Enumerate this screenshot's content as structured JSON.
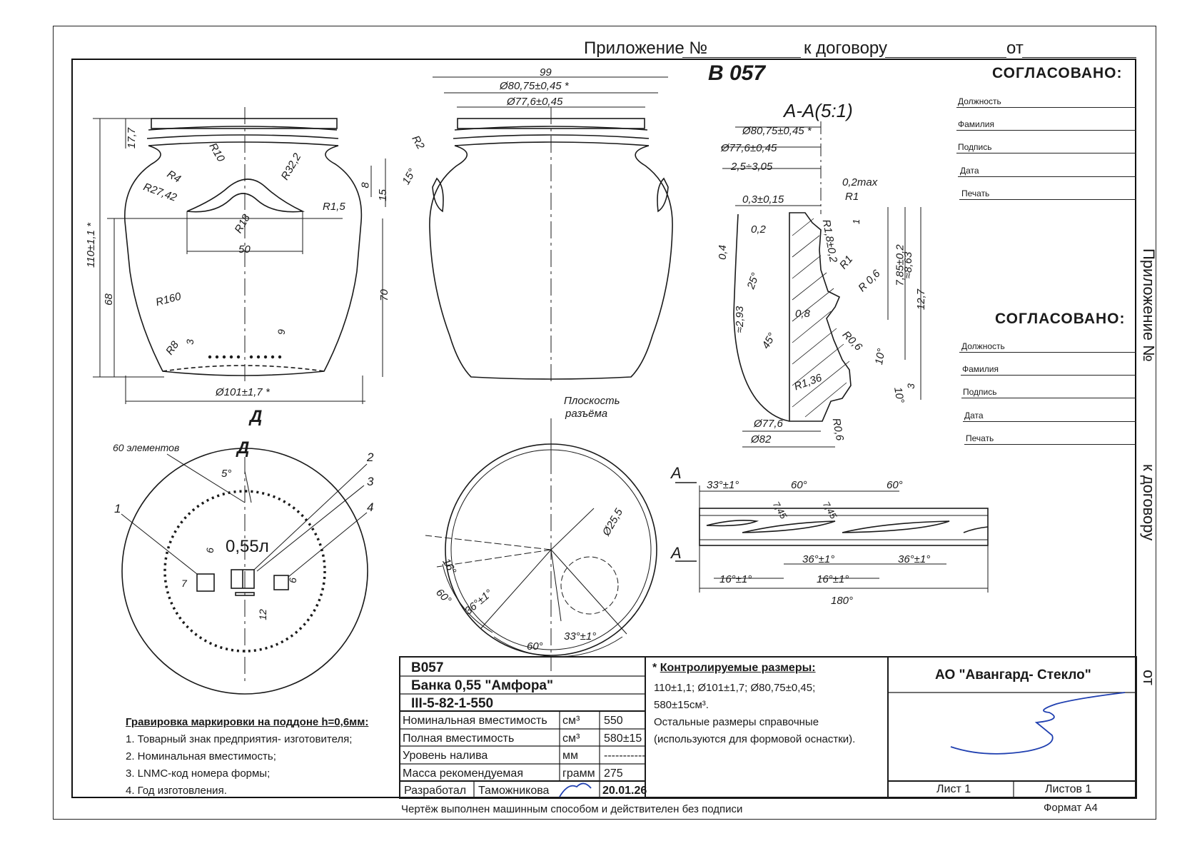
{
  "header": {
    "appendix_label": "Приложение №",
    "to_contract": "к договору",
    "from": "от"
  },
  "drawing_code": "В 057",
  "section_title": "А-А(5:1)",
  "approval": {
    "title": "СОГЛАСОВАНО:",
    "fields": [
      "Должность",
      "Фамилия",
      "Подпись",
      "Дата",
      "Печать"
    ]
  },
  "side_text": {
    "appendix": "Приложение №",
    "contract": "к договору",
    "from": "от"
  },
  "dims_front": [
    "17,7",
    "R10",
    "R32,2",
    "R4",
    "R27,42",
    "8",
    "15",
    "R1,5",
    "R18",
    "50",
    "110±1,1 *",
    "68",
    "70",
    "R160",
    "R8",
    "3",
    "9",
    "Ø101±1,7 *"
  ],
  "dims_side": [
    "99",
    "Ø80,75±0,45 *",
    "Ø77,6±0,45",
    "R2",
    "15°"
  ],
  "dims_section": [
    "Ø80,75±0,45 *",
    "Ø77,6±0,45",
    "2,5÷3,05",
    "0,2max",
    "0,3±0,15",
    "R1",
    "1",
    "0,2",
    "0,4",
    "R1,8±0,2",
    "7,85±0,2",
    "≈8,63",
    "25°",
    "R1",
    "R 0,6",
    "12,7",
    "≈2,93",
    "0,8",
    "R0,6",
    "45°",
    "10°",
    "R1,36",
    "3",
    "10°",
    "Ø77,6",
    "Ø82",
    "R0,6"
  ],
  "view_d": {
    "arrow": "Д",
    "title": "Д",
    "elements_label": "60 элементов",
    "angle": "5°",
    "capacity": "0,55л",
    "dims": [
      "6",
      "7",
      "6",
      "12"
    ],
    "callouts": [
      "1",
      "2",
      "3",
      "4"
    ]
  },
  "parting_view": {
    "label_line1": "Плоскость",
    "label_line2": "разъёма",
    "dims": [
      "Ø25,5",
      "16°",
      "60°",
      "36°±1°",
      "60°",
      "33°±1°"
    ]
  },
  "thread_dev": {
    "a": "А",
    "dims": [
      "33°±1°",
      "60°",
      "60°",
      "7,45",
      "7,45",
      "36°±1°",
      "36°±1°",
      "16°±1°",
      "16°±1°",
      "180°"
    ]
  },
  "engraving": {
    "title": "Гравировка маркировки на поддоне h=0,6мм:",
    "items": [
      "1. Товарный знак предприятия- изготовителя;",
      "2. Номинальная вместимость;",
      "3. LNMC-код номера формы;",
      "4. Год изготовления."
    ]
  },
  "title_block": {
    "code": "В057",
    "name": "Банка 0,55  \"Амфора\"",
    "standard": "III-5-82-1-550",
    "rows": [
      {
        "label": "Номинальная вместимость",
        "unit": "см³",
        "value": "550"
      },
      {
        "label": "Полная вместимость",
        "unit": "см³",
        "value": "580±15"
      },
      {
        "label": "Уровень налива",
        "unit": "мм",
        "value": "-----------"
      },
      {
        "label": "Масса рекомендуемая",
        "unit": "грамм",
        "value": "275"
      }
    ],
    "developed_label": "Разработал",
    "developer": "Таможникова",
    "date": "20.01.26",
    "controlled_title": "Контролируемые размеры:",
    "controlled_star": "*",
    "controlled_lines": [
      "110±1,1; Ø101±1,7; Ø80,75±0,45;",
      "580±15см³.",
      "Остальные размеры  справочные",
      "(используются для формовой оснастки)."
    ],
    "company": "АО \"Авангард- Стекло\"",
    "sheet": "Лист 1",
    "sheets": "Листов 1"
  },
  "footer": {
    "note": "Чертёж выполнен машинным способом и действителен без подписи",
    "format": "Формат А4"
  },
  "colors": {
    "ink": "#1a1a1a",
    "signature": "#1f3fb0"
  }
}
